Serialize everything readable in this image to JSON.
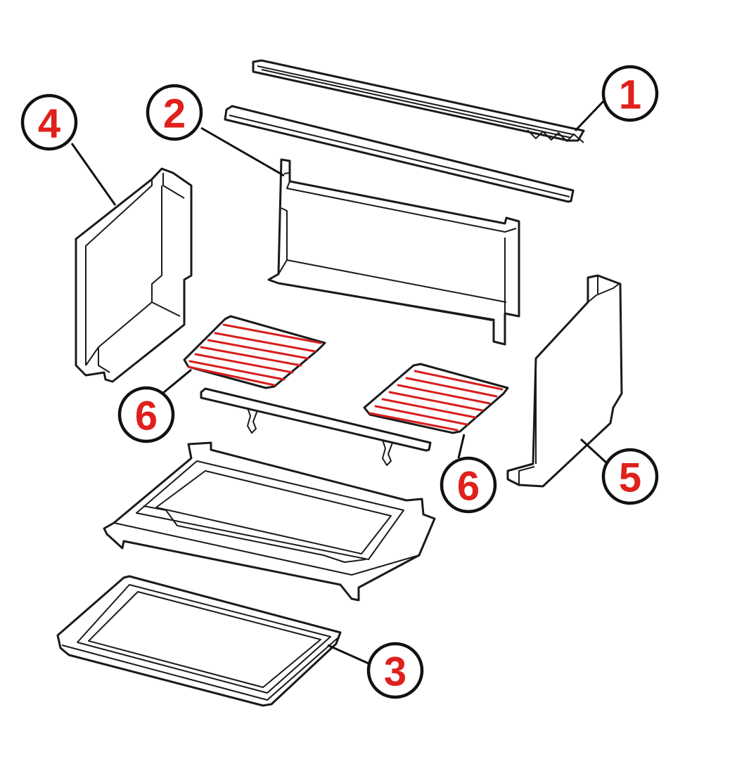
{
  "colors": {
    "line": "#1a1a1a",
    "callout_number": "#e0201c",
    "grate_accent": "#d81e1e",
    "background": "#ffffff"
  },
  "callouts": [
    {
      "id": "1",
      "label": "1"
    },
    {
      "id": "2",
      "label": "2"
    },
    {
      "id": "3",
      "label": "3"
    },
    {
      "id": "4",
      "label": "4"
    },
    {
      "id": "5",
      "label": "5"
    },
    {
      "id": "6a",
      "label": "6"
    },
    {
      "id": "6b",
      "label": "6"
    }
  ]
}
